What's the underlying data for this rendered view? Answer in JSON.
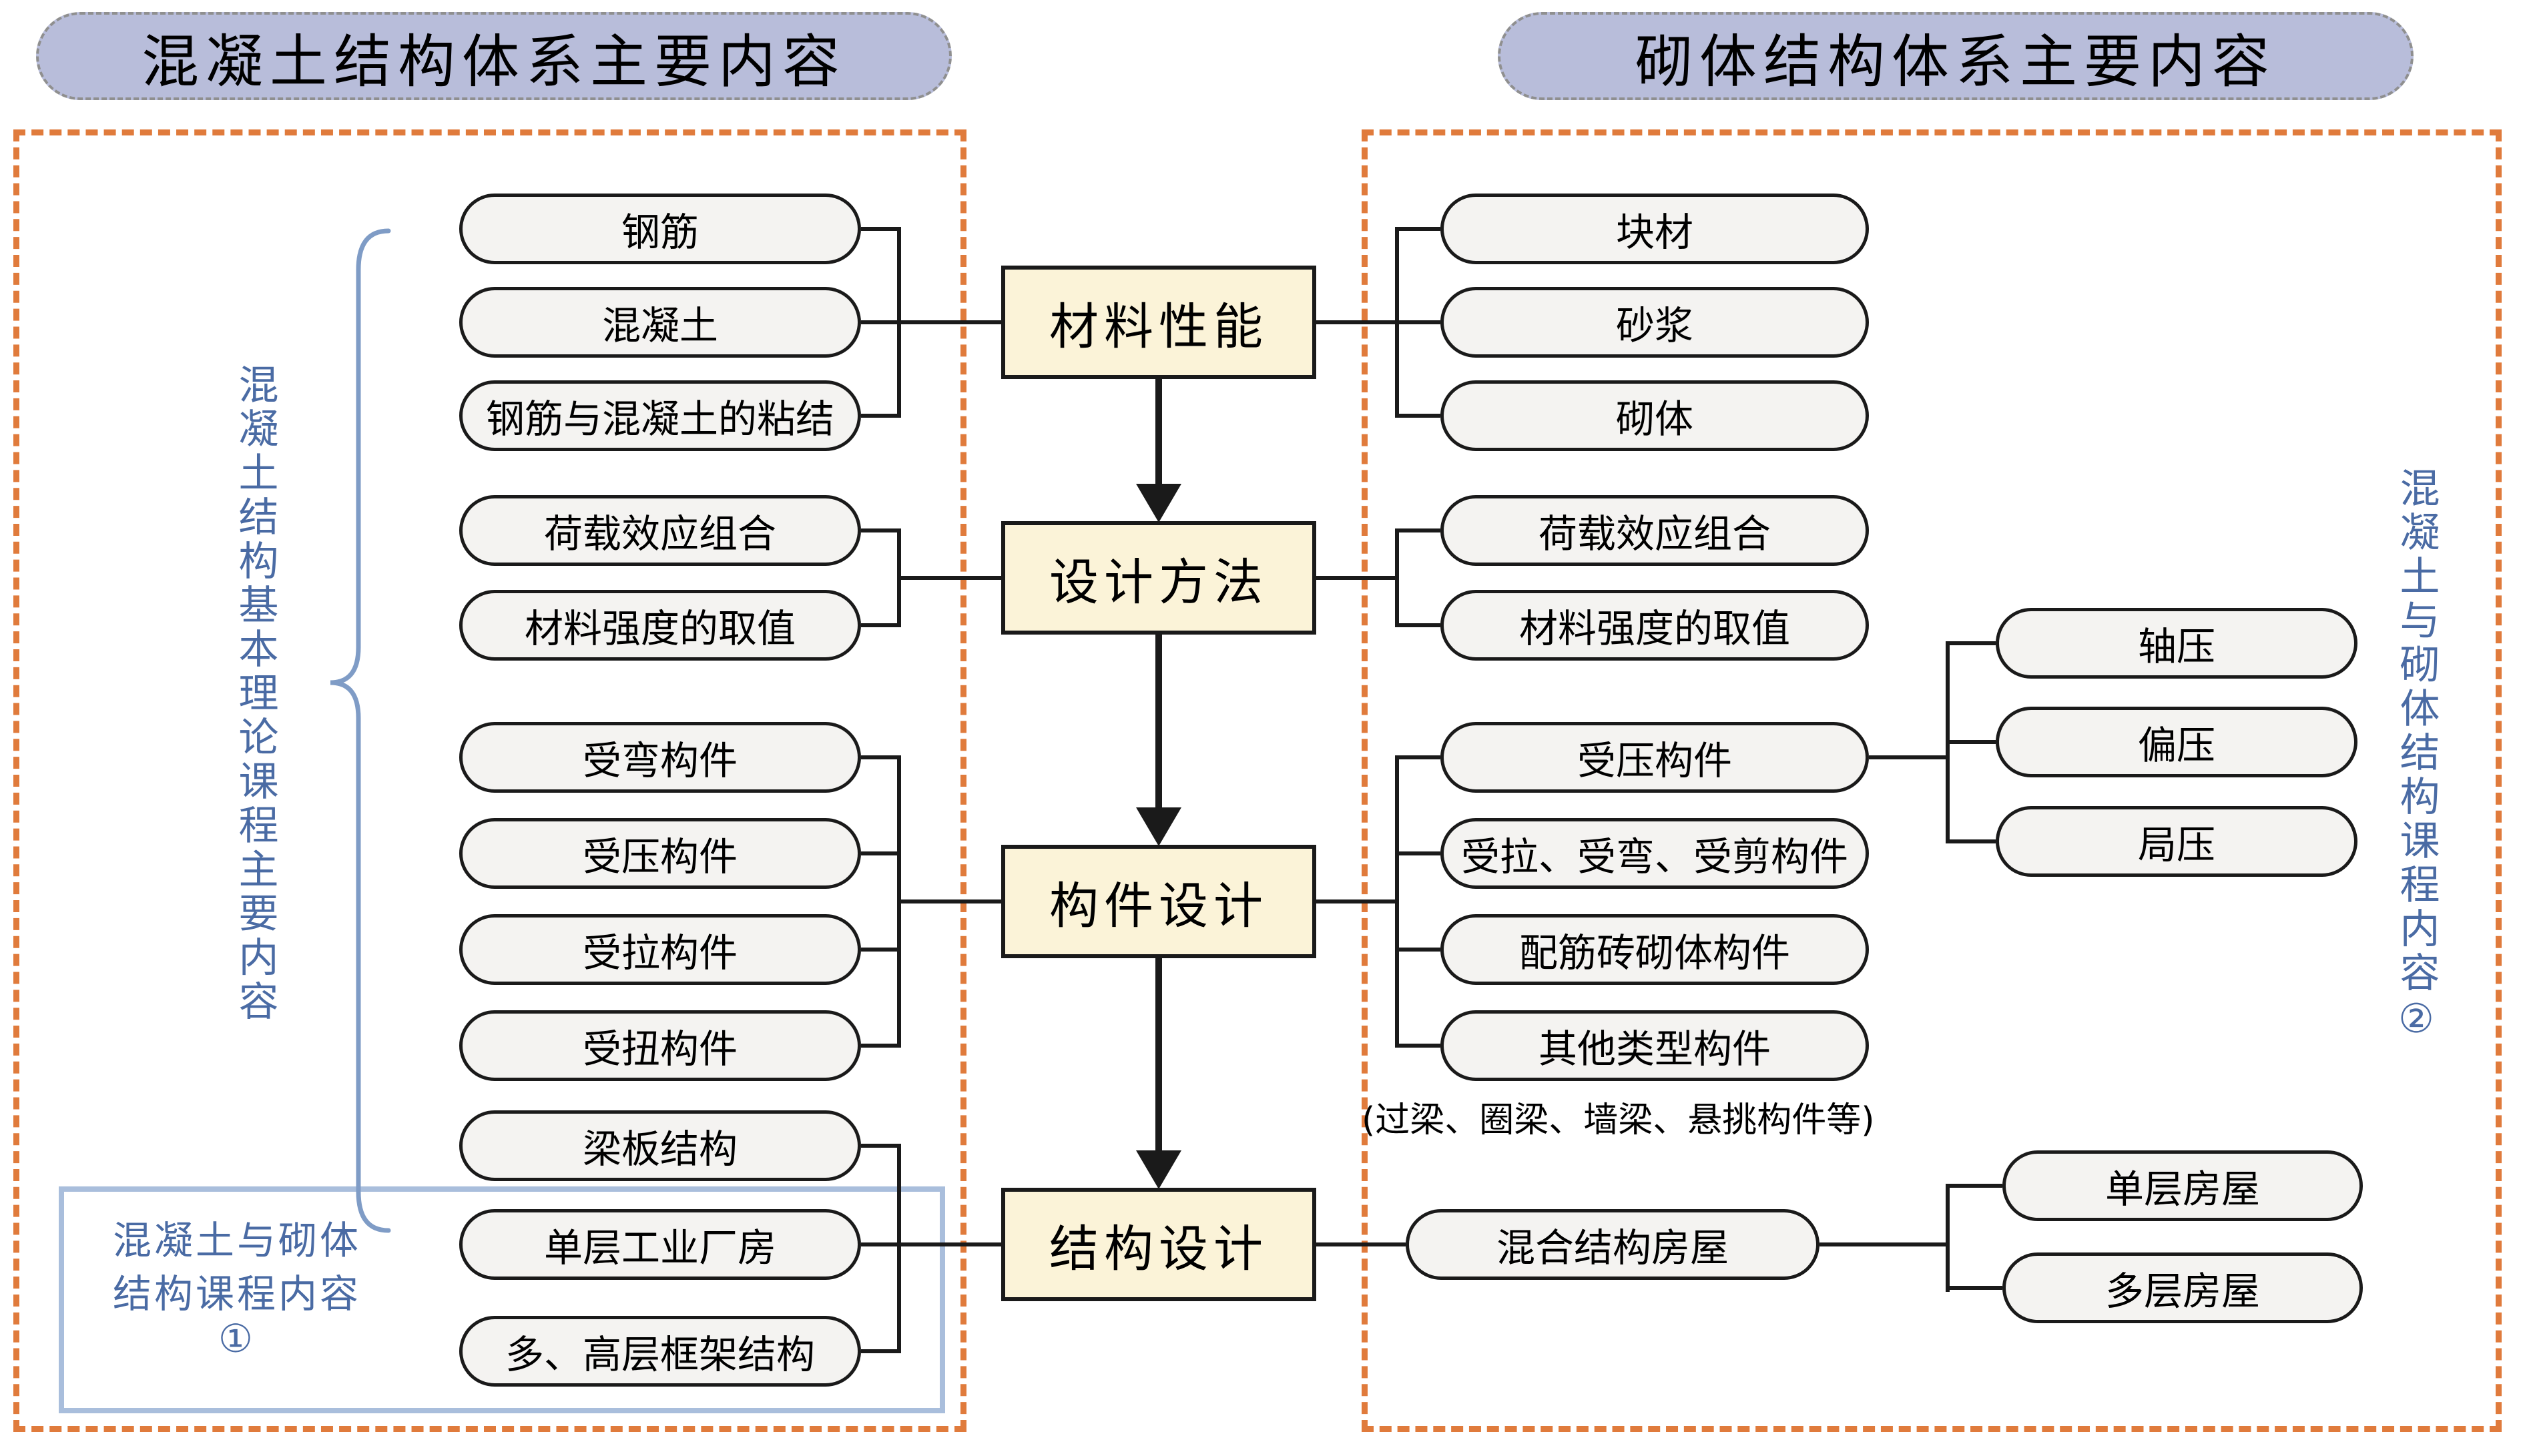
{
  "colors": {
    "orange": "#E07B3C",
    "lavender": "#B8BDDA",
    "cream": "#FBF3D8",
    "pill": "#F4F3F1",
    "ink": "#1A1A1A",
    "blue_text": "#4A6BA4",
    "blue_border": "#A9BEDC",
    "brace_blue": "#7F9CC6",
    "header_dash": "#8F8F8F"
  },
  "headers": {
    "left": "混凝土结构体系主要内容",
    "right": "砌体结构体系主要内容"
  },
  "center": {
    "items": [
      "材料性能",
      "设计方法",
      "构件设计",
      "结构设计"
    ]
  },
  "left_column": {
    "items": [
      "钢筋",
      "混凝土",
      "钢筋与混凝土的粘结",
      "荷载效应组合",
      "材料强度的取值",
      "受弯构件",
      "受压构件",
      "受拉构件",
      "受扭构件",
      "梁板结构",
      "单层工业厂房",
      "多、高层框架结构"
    ]
  },
  "right_column": {
    "items": [
      "块材",
      "砂浆",
      "砌体",
      "荷载效应组合",
      "材料强度的取值",
      "受压构件",
      "受拉、受弯、受剪构件",
      "配筋砖砌体构件",
      "其他类型构件"
    ],
    "caption": "(过梁、圈梁、墙梁、悬挑构件等)",
    "mixed_building": "混合结构房屋"
  },
  "far_right": {
    "compression_items": [
      "轴压",
      "偏压",
      "局压"
    ],
    "building_items": [
      "单层房屋",
      "多层房屋"
    ]
  },
  "labels": {
    "left_vertical": "混凝土结构基本理论课程主要内容",
    "right_vertical": "混凝土与砌体结构课程内容②"
  },
  "course1_box": {
    "line1": "混凝土与砌体",
    "line2": "结构课程内容",
    "line3": "①"
  }
}
